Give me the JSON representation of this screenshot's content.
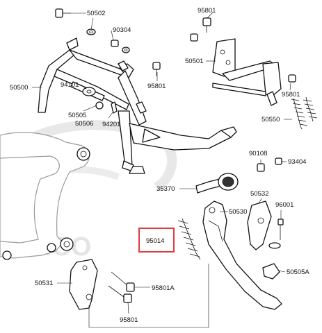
{
  "watermark": {
    "brand": "KYMCO"
  },
  "highlight_color": "#e23b3b",
  "parts": [
    {
      "id": "50502",
      "label": "50502"
    },
    {
      "id": "90304",
      "label": "90304"
    },
    {
      "id": "95801-top",
      "label": "95801"
    },
    {
      "id": "50501",
      "label": "50501"
    },
    {
      "id": "50500",
      "label": "50500"
    },
    {
      "id": "94101",
      "label": "94101"
    },
    {
      "id": "95801-mid",
      "label": "95801"
    },
    {
      "id": "95801-right",
      "label": "95801"
    },
    {
      "id": "50505",
      "label": "50505"
    },
    {
      "id": "50506",
      "label": "50506"
    },
    {
      "id": "94201",
      "label": "94201"
    },
    {
      "id": "50550",
      "label": "50550"
    },
    {
      "id": "90108",
      "label": "90108"
    },
    {
      "id": "93404",
      "label": "93404"
    },
    {
      "id": "35370",
      "label": "35370"
    },
    {
      "id": "50532",
      "label": "50532"
    },
    {
      "id": "96001",
      "label": "96001"
    },
    {
      "id": "50530",
      "label": "50530"
    },
    {
      "id": "95014",
      "label": "95014",
      "highlighted": true
    },
    {
      "id": "50505A",
      "label": "50505A"
    },
    {
      "id": "50531",
      "label": "50531"
    },
    {
      "id": "95801A",
      "label": "95801A"
    },
    {
      "id": "95801-bottom",
      "label": "95801"
    }
  ]
}
